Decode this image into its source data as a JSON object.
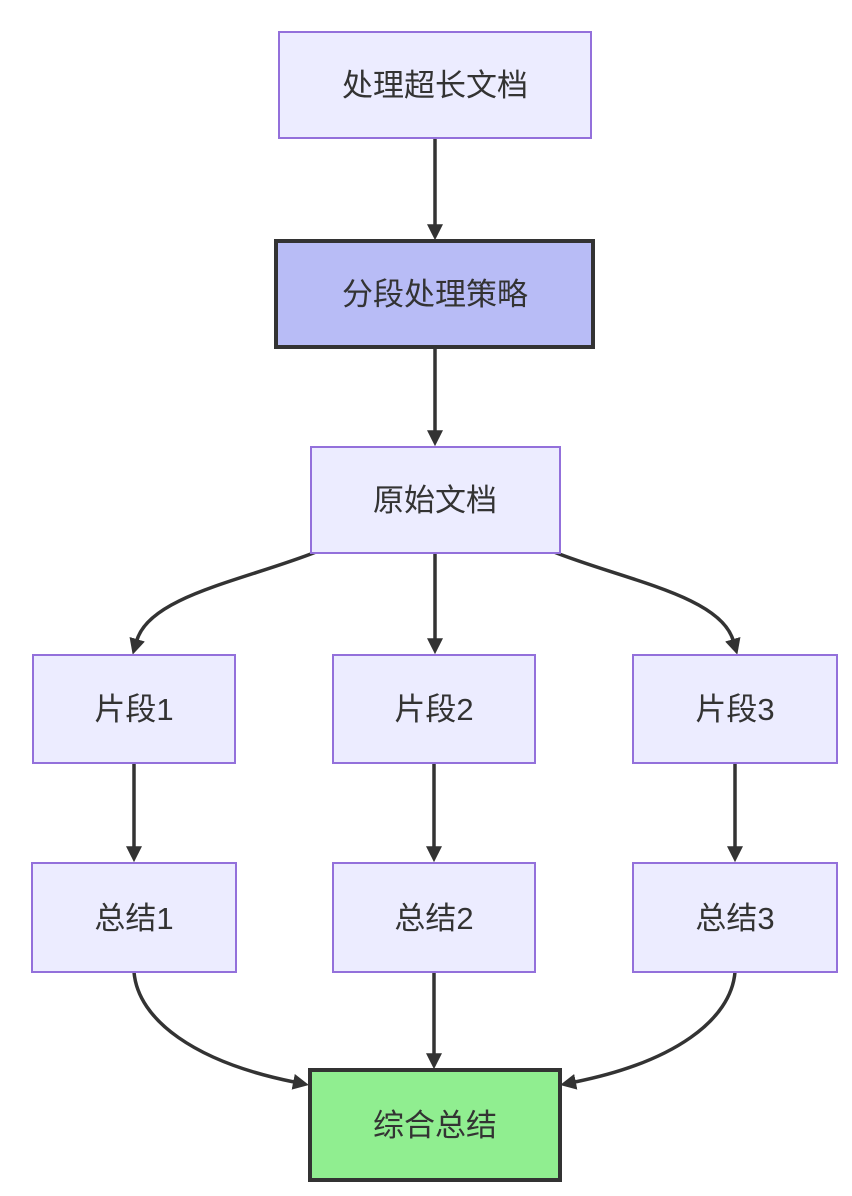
{
  "diagram": {
    "type": "flowchart",
    "direction": "top-down",
    "nodes": {
      "a": {
        "label": "处理超长文档",
        "style": "default"
      },
      "b": {
        "label": "分段处理策略",
        "style": "emphasis"
      },
      "c": {
        "label": "原始文档",
        "style": "default"
      },
      "d1": {
        "label": "片段1",
        "style": "default"
      },
      "d2": {
        "label": "片段2",
        "style": "default"
      },
      "d3": {
        "label": "片段3",
        "style": "default"
      },
      "e1": {
        "label": "总结1",
        "style": "default"
      },
      "e2": {
        "label": "总结2",
        "style": "default"
      },
      "e3": {
        "label": "总结3",
        "style": "default"
      },
      "f": {
        "label": "综合总结",
        "style": "success"
      }
    },
    "edges": [
      {
        "from": "a",
        "to": "b"
      },
      {
        "from": "b",
        "to": "c"
      },
      {
        "from": "c",
        "to": "d1"
      },
      {
        "from": "c",
        "to": "d2"
      },
      {
        "from": "c",
        "to": "d3"
      },
      {
        "from": "d1",
        "to": "e1"
      },
      {
        "from": "d2",
        "to": "e2"
      },
      {
        "from": "d3",
        "to": "e3"
      },
      {
        "from": "e1",
        "to": "f"
      },
      {
        "from": "e2",
        "to": "f"
      },
      {
        "from": "e3",
        "to": "f"
      }
    ],
    "colors": {
      "node_fill": "#ECECFF",
      "node_border": "#9370DB",
      "emphasis_fill": "#b8bcf6",
      "emphasis_border": "#333333",
      "success_fill": "#90EE90",
      "success_border": "#333333",
      "edge": "#333333",
      "text": "#333333",
      "background": "#ffffff"
    }
  }
}
